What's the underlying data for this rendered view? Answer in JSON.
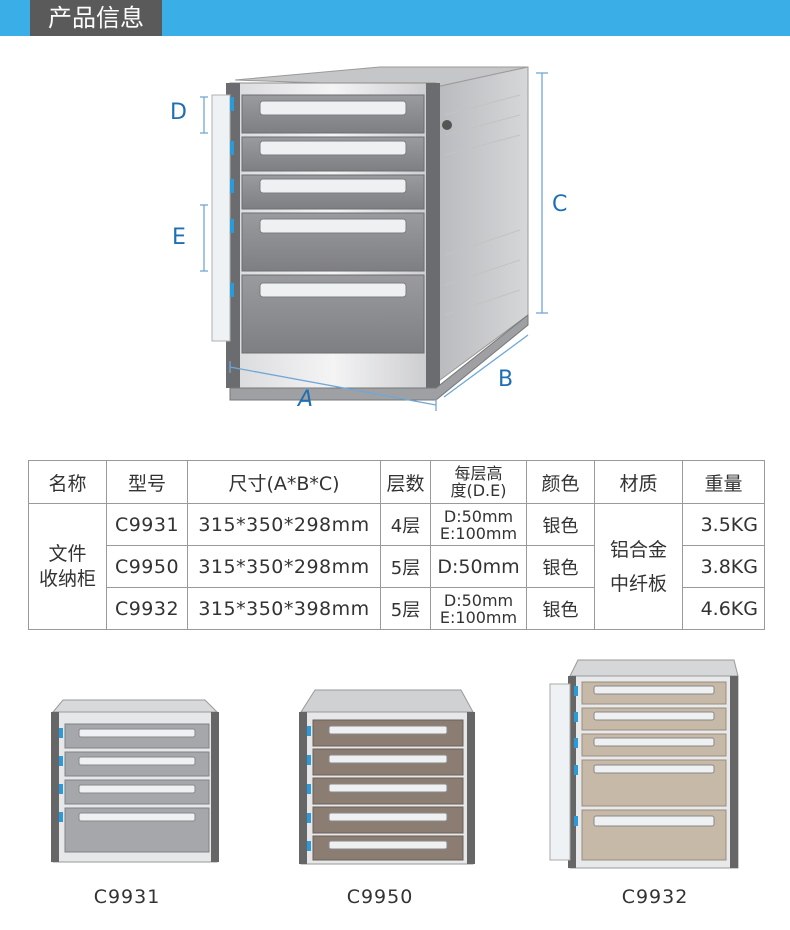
{
  "banner": {
    "title": "产品信息"
  },
  "dimensions": {
    "a": "A",
    "b": "B",
    "c": "C",
    "d": "D",
    "e": "E"
  },
  "table": {
    "headers": [
      "名称",
      "型号",
      "尺寸(A*B*C)",
      "层数",
      "每层高",
      "度(D.E)",
      "颜色",
      "材质",
      "重量"
    ],
    "name": "文件收纳柜",
    "name_line1": "文件",
    "name_line2": "收纳柜",
    "material_line1": "铝合金",
    "material_line2": "中纤板",
    "rows": [
      {
        "model": "C9931",
        "size": "315*350*298mm",
        "layers": "4层",
        "height_line1": "D:50mm",
        "height_line2": "E:100mm",
        "color": "银色",
        "weight": "3.5KG"
      },
      {
        "model": "C9950",
        "size": "315*350*298mm",
        "layers": "5层",
        "height_line1": "D:50mm",
        "height_line2": "",
        "color": "银色",
        "weight": "3.8KG"
      },
      {
        "model": "C9932",
        "size": "315*350*398mm",
        "layers": "5层",
        "height_line1": "D:50mm",
        "height_line2": "E:100mm",
        "color": "银色",
        "weight": "4.6KG"
      }
    ]
  },
  "products": [
    {
      "label": "C9931",
      "drawer_color": "#a5a7aa"
    },
    {
      "label": "C9950",
      "drawer_color": "#8c7d72"
    },
    {
      "label": "C9932",
      "drawer_color": "#c7b9a8"
    }
  ],
  "colors": {
    "banner": "#3aaee6",
    "banner_tab": "#5a5a5a",
    "dimension": "#1e6fb5"
  }
}
